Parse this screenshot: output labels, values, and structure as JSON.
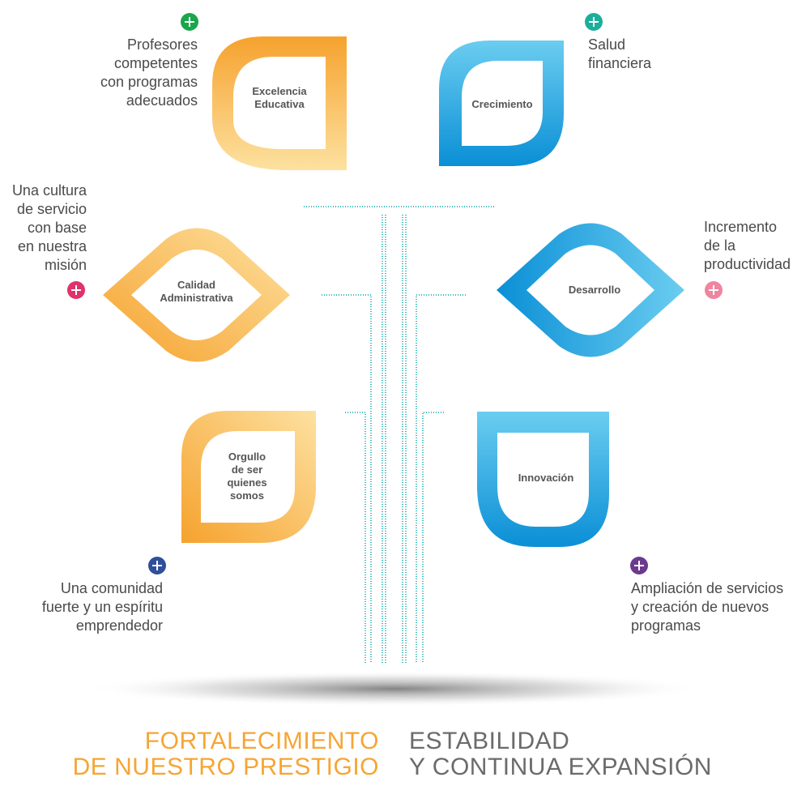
{
  "colors": {
    "orange_dark": "#f6a22e",
    "orange_light": "#fde1a0",
    "blue_dark": "#0a8fd6",
    "blue_light": "#6bcdf0",
    "stem": "#3bb8b8",
    "text": "#4a4a4a",
    "footer_orange": "#f6a534",
    "footer_gray": "#6b6b6b"
  },
  "leaves": {
    "excelencia": {
      "label": "Excelencia Educativa",
      "caption": [
        "Profesores",
        "competentes",
        "con programas",
        "adecuados"
      ],
      "plus_color": "#1aa64a"
    },
    "crecimiento": {
      "label": "Crecimiento",
      "caption": [
        "Salud",
        "financiera"
      ],
      "plus_color": "#1cae9c"
    },
    "calidad": {
      "label": "Calidad Administrativa",
      "caption": [
        "Una cultura",
        "de servicio",
        "con base",
        "en nuestra",
        "misión"
      ],
      "plus_color": "#e0336b"
    },
    "desarrollo": {
      "label": "Desarrollo",
      "caption": [
        "Incremento",
        "de la",
        "productividad"
      ],
      "plus_color": "#ef85a0"
    },
    "orgullo": {
      "label_lines": [
        "Orgullo",
        "de ser",
        "quienes",
        "somos"
      ],
      "caption": [
        "Una comunidad",
        "fuerte y un espíritu",
        "emprendedor"
      ],
      "plus_color": "#2f4f9b"
    },
    "innovacion": {
      "label": "Innovación",
      "caption": [
        "Ampliación de servicios",
        "y creación de nuevos",
        "programas"
      ],
      "plus_color": "#6b3a8e"
    }
  },
  "footer": {
    "left_line1": "FORTALECIMIENTO",
    "left_line2": "DE NUESTRO PRESTIGIO",
    "right_line1": "ESTABILIDAD",
    "right_line2": "Y CONTINUA EXPANSIÓN"
  }
}
